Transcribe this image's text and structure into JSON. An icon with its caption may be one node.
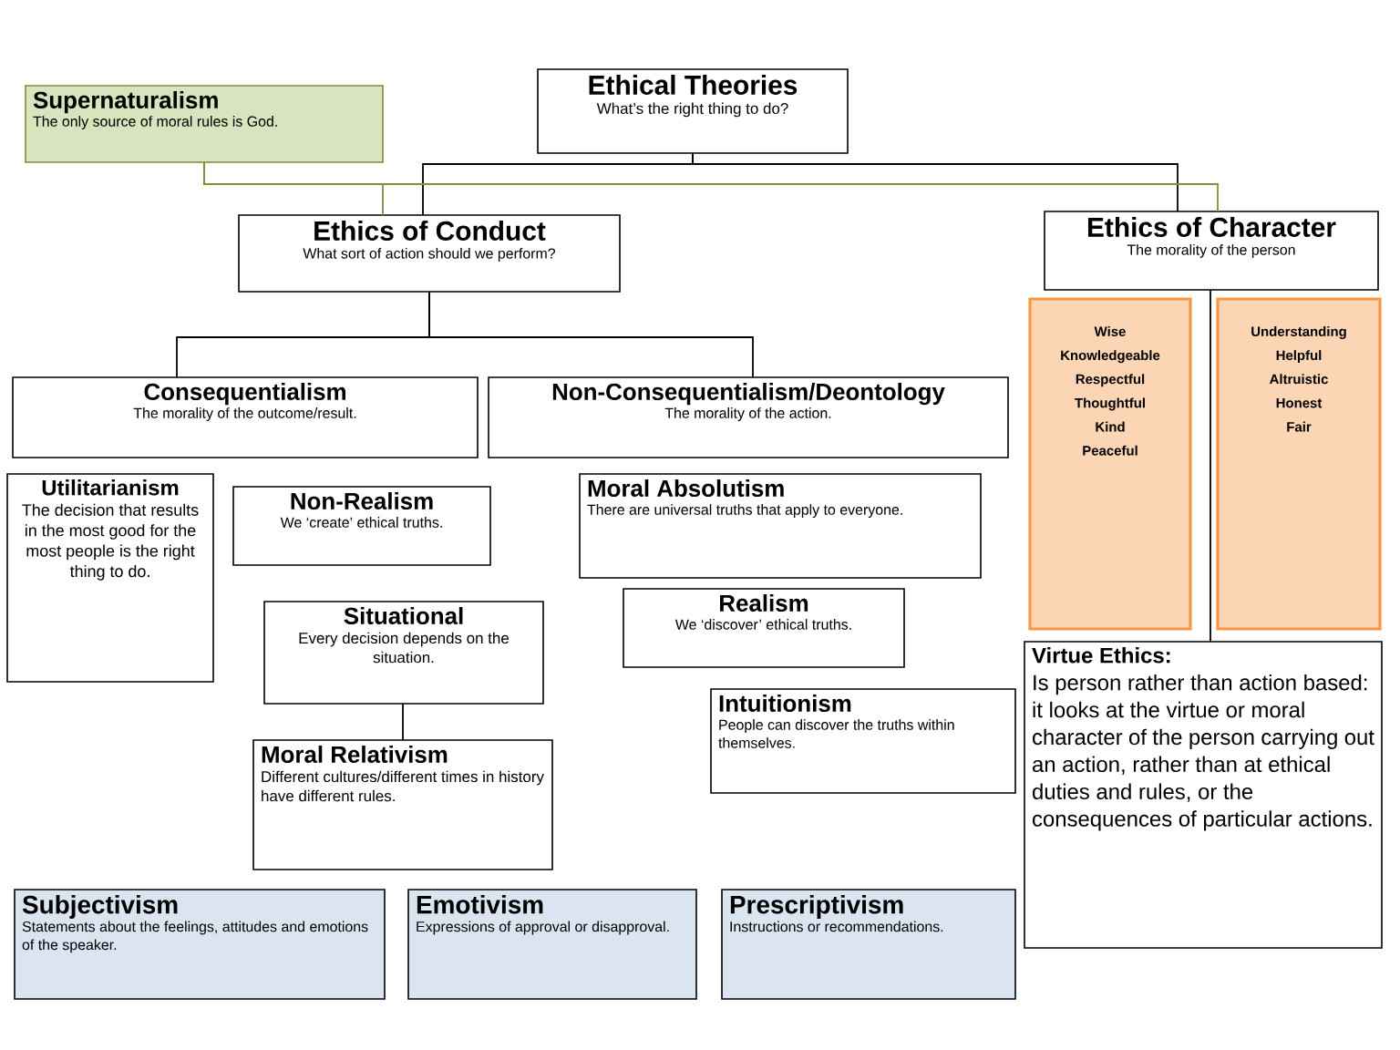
{
  "diagram": {
    "nodes": [
      {
        "text": [
          "Ethical Theories",
          "What’s the right thing to do?"
        ]
      },
      {
        "text": [
          "Supernaturalism",
          "The only source of moral rules is God."
        ]
      },
      {
        "text": [
          "Ethics of Conduct",
          "What sort of action should we perform?"
        ]
      },
      {
        "text": [
          "Ethics of Character",
          "The morality of the person"
        ]
      },
      {
        "text": [
          "Consequentialism",
          "The morality of the outcome/result."
        ]
      },
      {
        "text": [
          "Non-Consequentialism/Deontology",
          "The morality of the action."
        ]
      },
      {
        "text": [
          "Utilitarianism",
          "The decision that results in the most good for the most people is the right thing to do."
        ]
      },
      {
        "text": [
          "Non-Realism",
          "We ‘create’ ethical truths."
        ]
      },
      {
        "text": [
          "Moral Absolutism",
          "There are universal truths that apply to everyone."
        ]
      },
      {
        "text": [
          "Situational",
          "Every decision depends on the situation."
        ]
      },
      {
        "text": [
          "Realism",
          "We ‘discover’ ethical truths."
        ]
      },
      {
        "text": [
          "Intuitionism",
          "People can discover the truths within themselves."
        ]
      },
      {
        "text": [
          "Moral Relativism",
          "Different cultures/different times in history have different rules."
        ]
      },
      {
        "text": [
          "Wise",
          "Knowledgeable",
          "Respectful",
          "Thoughtful",
          "Kind",
          "Peaceful"
        ]
      },
      {
        "text": [
          "Understanding",
          "Helpful",
          "Altruistic",
          "Honest",
          "Fair"
        ]
      },
      {
        "text": [
          "Virtue Ethics:",
          "Is person rather than action based: it looks at the virtue or moral character of the person carrying out an action, rather than at ethical duties and rules, or the consequences of particular actions."
        ]
      },
      {
        "text": [
          "Subjectivism",
          "Statements about the feelings, attitudes and emotions of the speaker."
        ]
      },
      {
        "text": [
          "Emotivism",
          "Expressions of approval or disapproval."
        ]
      },
      {
        "text": [
          "Prescriptivism",
          "Instructions or recommendations."
        ]
      }
    ],
    "edges": [
      {
        "from": 0,
        "to": 2,
        "arrow": "none"
      },
      {
        "from": 0,
        "to": 3,
        "arrow": "none"
      },
      {
        "from": 1,
        "to": 2,
        "arrow": "none",
        "color": "#77933c"
      },
      {
        "from": 1,
        "to": 3,
        "arrow": "none",
        "color": "#77933c"
      },
      {
        "from": 2,
        "to": 4,
        "arrow": "none"
      },
      {
        "from": 2,
        "to": 5,
        "arrow": "none"
      },
      {
        "from": 9,
        "to": 12,
        "arrow": "none"
      },
      {
        "from": 3,
        "to": 15,
        "arrow": "none"
      }
    ]
  }
}
